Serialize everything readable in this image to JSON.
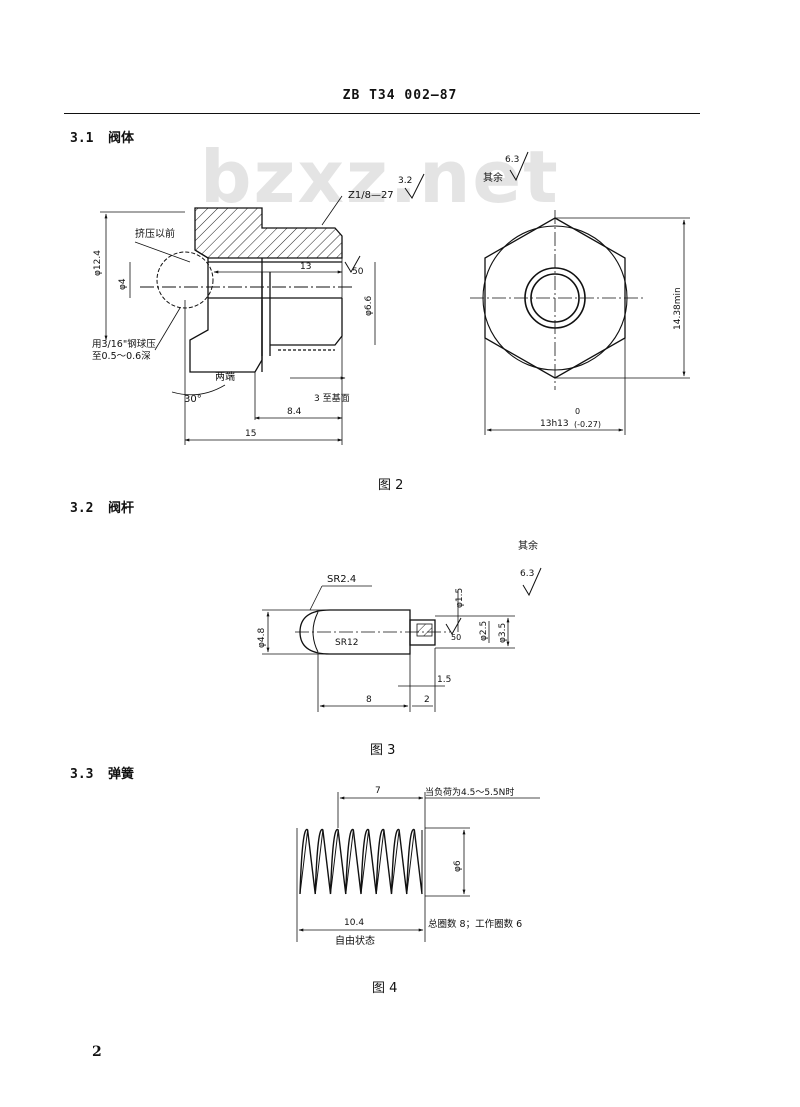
{
  "header": {
    "standard_no": "ZB T34 002—87"
  },
  "watermark": "bzxz.net",
  "sections": [
    {
      "num": "3.1",
      "title": "阀体"
    },
    {
      "num": "3.2",
      "title": "阀杆"
    },
    {
      "num": "3.3",
      "title": "弹簧"
    }
  ],
  "figures": {
    "fig2": {
      "caption": "图 2",
      "roughness_other": "其余",
      "roughness_other_value": "6.3",
      "thread_label": "Z1/8—27",
      "thread_roughness": "3.2",
      "note_extrude": "挤压以前",
      "note_ball": "用3/16\"钢球压\n至0.5～0.6深",
      "note_both_ends": "两端",
      "angle": "30°",
      "dim_phi12_4": "φ12.4",
      "dim_phi4": "φ4",
      "dim_13": "13",
      "dim_roughness_50": "50",
      "dim_phi6_6": "φ6.6",
      "dim_3_datum": "3 至基面",
      "dim_8_4": "8.4",
      "dim_15": "15",
      "dim_14_38": "14.38min",
      "dim_13h13_a": "13h13",
      "dim_13h13_b": "(-0.27)",
      "dim_13h13_c": "0"
    },
    "fig3": {
      "caption": "图 3",
      "roughness_other": "其余",
      "roughness_other_value": "6.3",
      "sr2_4": "SR2.4",
      "sr12": "SR12",
      "phi4_8": "φ4.8",
      "phi1_5": "φ1.5",
      "roughness_50": "50",
      "phi2_5": "φ2.5",
      "phi3_5": "φ3.5",
      "dim_1_5": "1.5",
      "dim_8": "8",
      "dim_2": "2"
    },
    "fig4": {
      "caption": "图 4",
      "dim_7": "7",
      "load_note": "当负荷为4.5～5.5N时",
      "phi6": "φ6",
      "dim_10_4": "10.4",
      "free_state": "自由状态",
      "coil_note": "总圈数 8；工作圈数 6"
    }
  },
  "page_number": "2"
}
